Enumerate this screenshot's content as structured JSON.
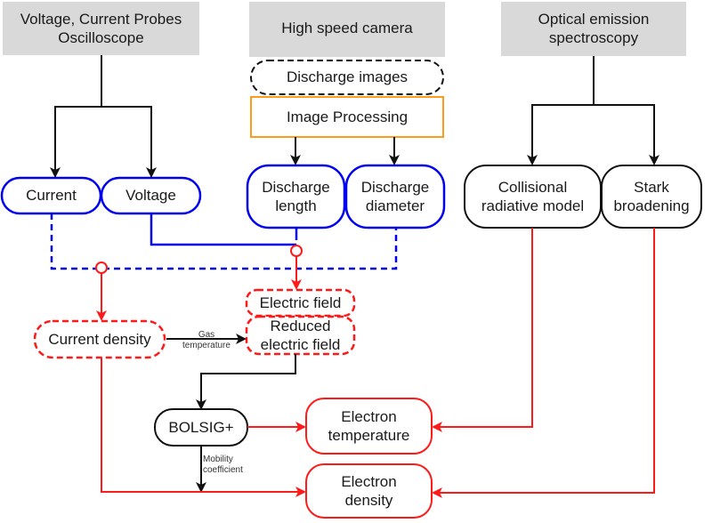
{
  "colors": {
    "source_fill": "#d9d9d9",
    "blue": "#0000ee",
    "red": "#ff1a1a",
    "orange": "#ff9a1f",
    "black": "#111111"
  },
  "sources": {
    "probes": "Voltage, Current Probes\nOscilloscope",
    "camera": "High speed camera",
    "oes": "Optical emission\nspectroscopy"
  },
  "camera_steps": {
    "discharge_images": "Discharge images",
    "image_processing": "Image Processing"
  },
  "measurements": {
    "current": "Current",
    "voltage": "Voltage",
    "discharge_length": "Discharge\nlength",
    "discharge_diameter": "Discharge\ndiameter",
    "collisional_radiative": "Collisional\nradiative model",
    "stark": "Stark\nbroadening"
  },
  "derived": {
    "electric_field": "Electric field",
    "reduced_electric_field": "Reduced\nelectric field",
    "current_density": "Current density",
    "bolsig": "BOLSIG+"
  },
  "outputs": {
    "electron_temperature": "Electron\ntemperature",
    "electron_density": "Electron\ndensity"
  },
  "edge_labels": {
    "gas_temperature": "Gas\ntemperature",
    "mobility_coefficient": "Mobility\ncoefficient"
  }
}
